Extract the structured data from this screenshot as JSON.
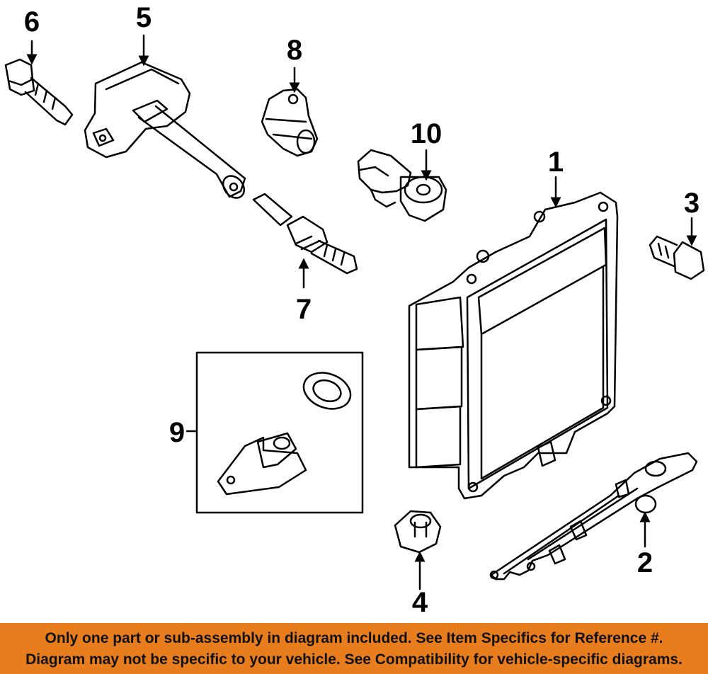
{
  "colors": {
    "banner_bg": "#e87d1e",
    "line": "#000000"
  },
  "callouts": {
    "c1": "1",
    "c2": "2",
    "c3": "3",
    "c4": "4",
    "c5": "5",
    "c6": "6",
    "c7": "7",
    "c8": "8",
    "c9": "9",
    "c10": "10"
  },
  "banner": {
    "line1": "Only one part or sub-assembly in diagram included. See Item Specifics for Reference #.",
    "line2": "Diagram may not be specific to your vehicle. See Compatibility for vehicle-specific diagrams."
  }
}
